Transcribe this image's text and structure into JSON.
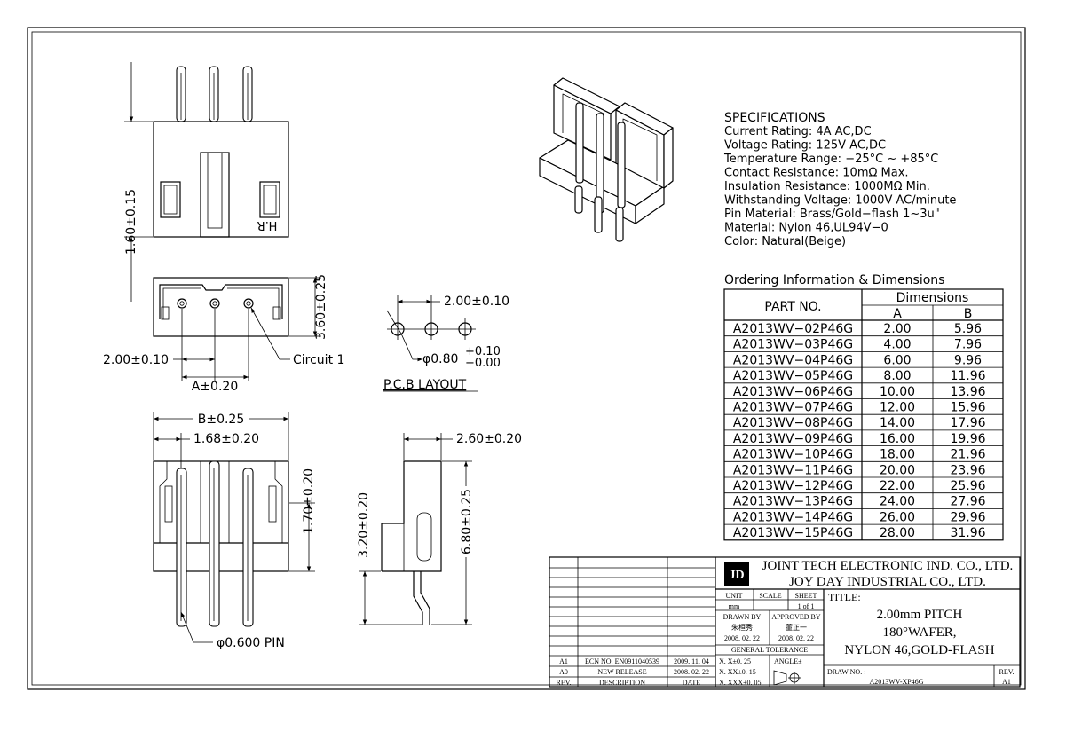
{
  "specifications": {
    "heading": "SPECIFICATIONS",
    "lines": [
      "Current Rating: 4A AC,DC",
      "Voltage Rating: 125V AC,DC",
      "Temperature Range: −25°C ~ +85°C",
      "Contact Resistance: 10mΩ Max.",
      "Insulation Resistance: 1000MΩ Min.",
      "Withstanding Voltage: 1000V AC/minute",
      "Pin Material: Brass/Gold−flash 1~3u\"",
      "Material: Nylon 46,UL94V−0",
      "Color: Natural(Beige)"
    ]
  },
  "ordering": {
    "heading": "Ordering Information & Dimensions",
    "col_part": "PART NO.",
    "col_dims": "Dimensions",
    "col_a": "A",
    "col_b": "B",
    "rows": [
      [
        "A2013WV−02P46G",
        "2.00",
        "5.96"
      ],
      [
        "A2013WV−03P46G",
        "4.00",
        "7.96"
      ],
      [
        "A2013WV−04P46G",
        "6.00",
        "9.96"
      ],
      [
        "A2013WV−05P46G",
        "8.00",
        "11.96"
      ],
      [
        "A2013WV−06P46G",
        "10.00",
        "13.96"
      ],
      [
        "A2013WV−07P46G",
        "12.00",
        "15.96"
      ],
      [
        "A2013WV−08P46G",
        "14.00",
        "17.96"
      ],
      [
        "A2013WV−09P46G",
        "16.00",
        "19.96"
      ],
      [
        "A2013WV−10P46G",
        "18.00",
        "21.96"
      ],
      [
        "A2013WV−11P46G",
        "20.00",
        "23.96"
      ],
      [
        "A2013WV−12P46G",
        "22.00",
        "25.96"
      ],
      [
        "A2013WV−13P46G",
        "24.00",
        "27.96"
      ],
      [
        "A2013WV−14P46G",
        "26.00",
        "29.96"
      ],
      [
        "A2013WV−15P46G",
        "28.00",
        "31.96"
      ]
    ]
  },
  "dimensions": {
    "height_top": "1.60±0.15",
    "depth": "3.60±0.25",
    "pitch": "2.00±0.10",
    "a_dim": "A±0.20",
    "circuit": "Circuit 1",
    "pcb_pitch": "2.00±0.10",
    "pcb_hole": "φ0.80",
    "pcb_tol_plus": "+0.10",
    "pcb_tol_minus": "−0.00",
    "pcb_layout": "P.C.B LAYOUT",
    "b_dim": "B±0.25",
    "offset": "1.68±0.20",
    "pin_len": "1.70±0.20",
    "pin_dia": "φ0.600 PIN",
    "side_width": "2.60±0.20",
    "side_lower": "3.20±0.20",
    "side_height": "6.80±0.25",
    "housing_mark": "H.R"
  },
  "title_block": {
    "company1": "JOINT TECH ELECTRONIC IND. CO., LTD.",
    "company2": "JOY DAY INDUSTRIAL CO., LTD.",
    "logo": "JD",
    "unit_label": "UNIT",
    "scale_label": "SCALE",
    "sheet_label": "SHEET",
    "unit_value": "mm",
    "sheet_value": "1 of 1",
    "drawn_by_label": "DRAWN BY",
    "drawn_by": "朱桓秀",
    "drawn_date": "2008. 02. 22",
    "approved_label": "APPROVED BY",
    "approved_by": "董正一",
    "approved_date": "2008. 02. 22",
    "tolerance_label": "GENERAL TOLERANCE",
    "tol1": "X. X±0. 25",
    "tol2": "X. XX±0. 15",
    "tol3": "X. XXX±0. 05",
    "angle_label": "ANGLE±",
    "title_label": "TITLE:",
    "title1": "2.00mm PITCH",
    "title2": "180°WAFER,",
    "title3": "NYLON 46,GOLD-FLASH",
    "draw_no_label": "DRAW NO. :",
    "draw_no": "A2013WV-XP46G",
    "rev_label": "REV.",
    "rev_value": "A1",
    "revisions": [
      [
        "A1",
        "ECN NO. EN0911040539",
        "2009. 11. 04"
      ],
      [
        "A0",
        "NEW RELEASE",
        "2008. 02. 22"
      ]
    ],
    "rev_col": "REV.",
    "desc_col": "DESCRIPTION",
    "date_col": "DATE"
  }
}
